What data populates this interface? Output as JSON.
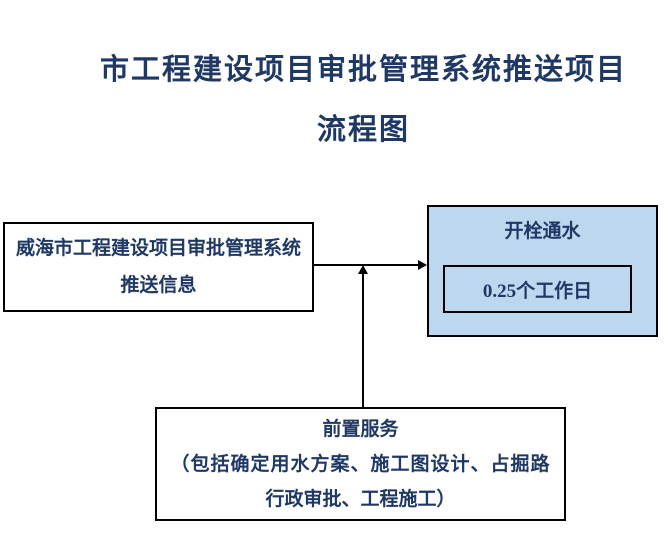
{
  "title": {
    "line1": "市工程建设项目审批管理系统推送项目",
    "line2": "流程图"
  },
  "flowchart": {
    "source_box": {
      "line1": "威海市工程建设项目审批管理系统",
      "line2": "推送信息"
    },
    "result_box": {
      "title": "开栓通水",
      "duration": "0.25个工作日"
    },
    "pre_service_box": {
      "line1": "前置服务",
      "line2": "（包括确定用水方案、施工图设计、占掘路",
      "line3": "行政审批、工程施工）"
    }
  },
  "colors": {
    "text": "#1F3864",
    "result_box_fill": "#BDD7EE",
    "border": "#000000",
    "arrow": "#000000"
  }
}
